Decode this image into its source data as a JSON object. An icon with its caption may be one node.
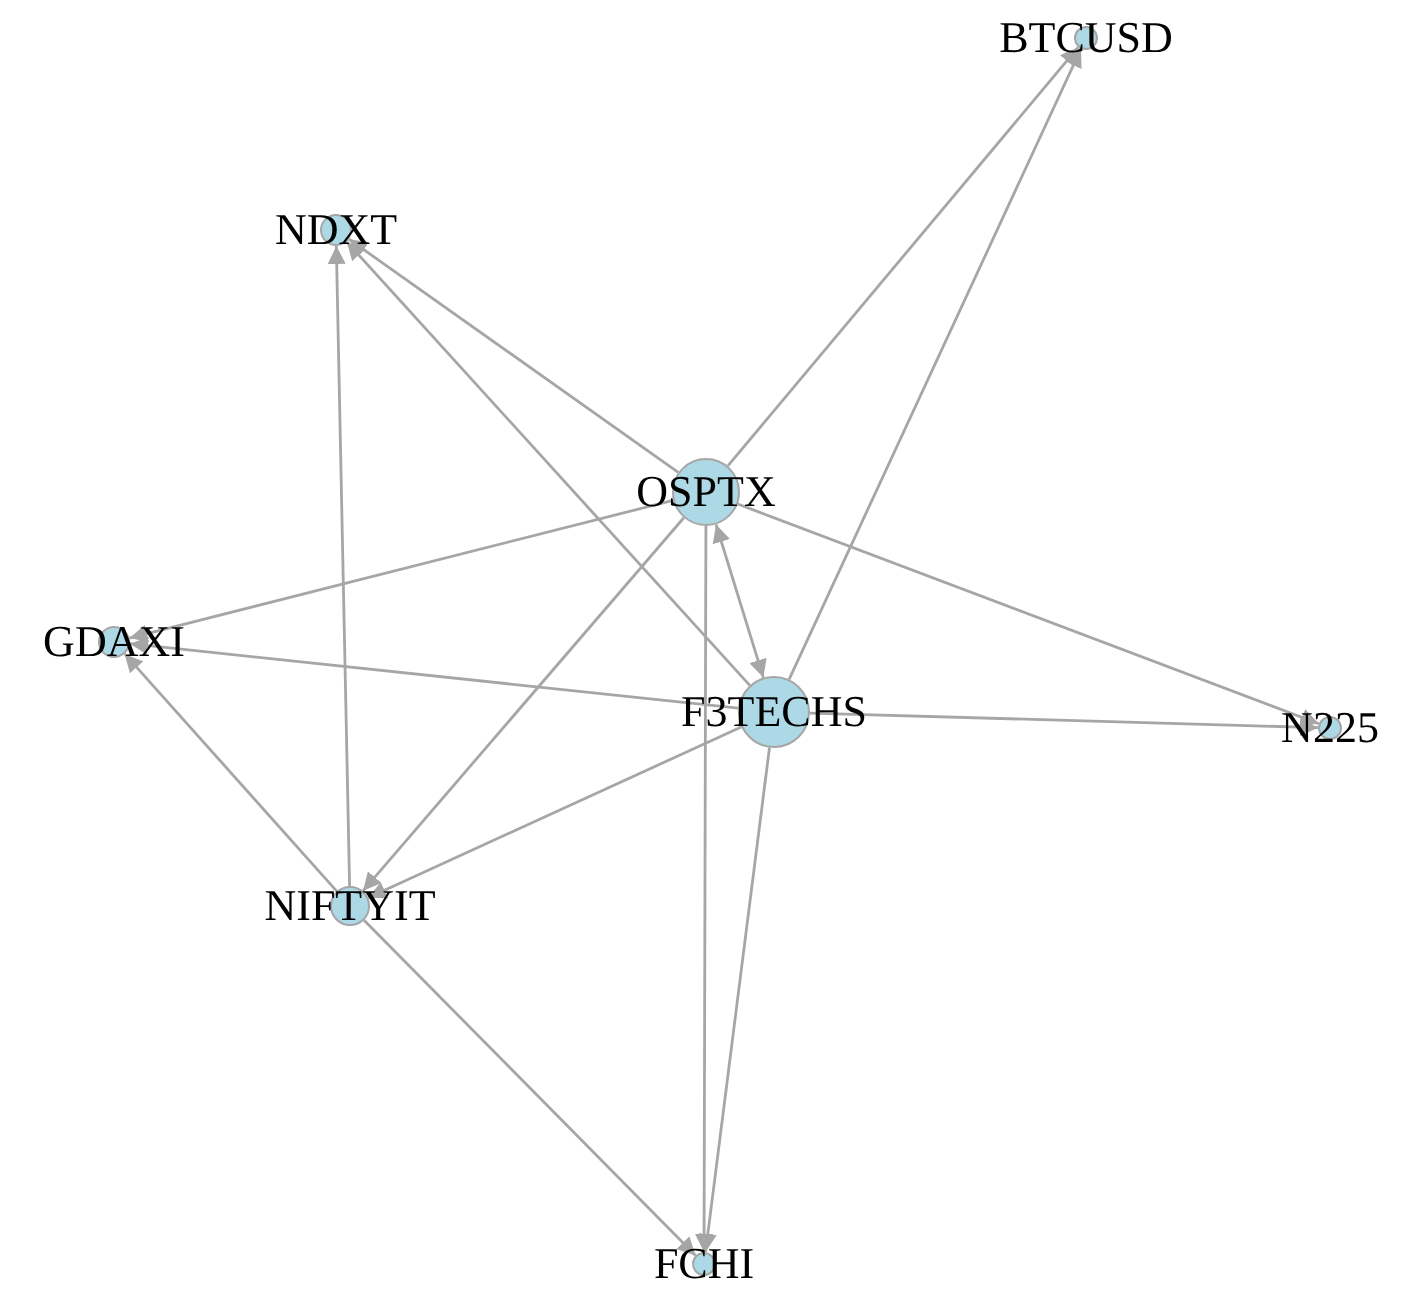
{
  "diagram": {
    "nodes": [
      {
        "text": [
          "BTCUSD"
        ]
      },
      {
        "text": [
          "NDXT"
        ]
      },
      {
        "text": [
          "OSPTX"
        ]
      },
      {
        "text": [
          "GDAXI"
        ]
      },
      {
        "text": [
          "F3TECHS"
        ]
      },
      {
        "text": [
          "N225"
        ]
      },
      {
        "text": [
          "NIFTYIT"
        ]
      },
      {
        "text": [
          "FCHI"
        ]
      }
    ],
    "edges": [
      {
        "from": 2,
        "to": 0,
        "arrow": "to"
      },
      {
        "from": 4,
        "to": 0,
        "arrow": "to"
      },
      {
        "from": 2,
        "to": 1,
        "arrow": "to"
      },
      {
        "from": 4,
        "to": 1,
        "arrow": "to"
      },
      {
        "from": 6,
        "to": 1,
        "arrow": "to"
      },
      {
        "from": 2,
        "to": 3,
        "arrow": "to"
      },
      {
        "from": 4,
        "to": 3,
        "arrow": "to"
      },
      {
        "from": 6,
        "to": 3,
        "arrow": "to"
      },
      {
        "from": 2,
        "to": 4,
        "arrow": "both"
      },
      {
        "from": 2,
        "to": 5,
        "arrow": "to"
      },
      {
        "from": 4,
        "to": 5,
        "arrow": "to"
      },
      {
        "from": 2,
        "to": 6,
        "arrow": "to"
      },
      {
        "from": 4,
        "to": 6,
        "arrow": "to"
      },
      {
        "from": 2,
        "to": 7,
        "arrow": "to"
      },
      {
        "from": 4,
        "to": 7,
        "arrow": "to"
      },
      {
        "from": 6,
        "to": 7,
        "arrow": "to"
      }
    ]
  }
}
